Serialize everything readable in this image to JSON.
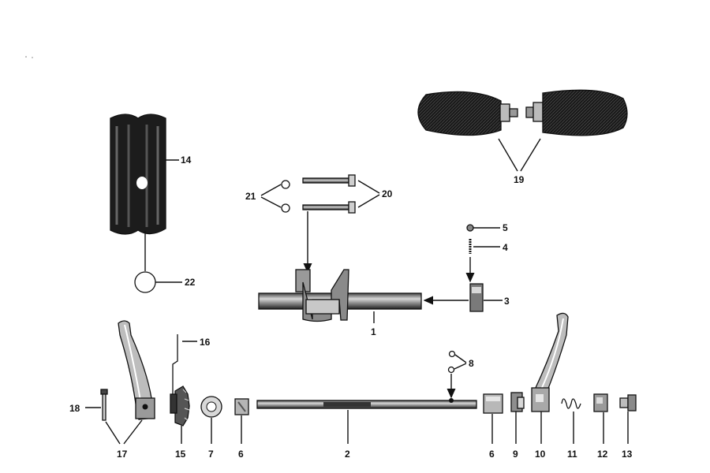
{
  "diagram": {
    "labels": {
      "l1": "1",
      "l2": "2",
      "l3": "3",
      "l4": "4",
      "l5": "5",
      "l6a": "6",
      "l6b": "6",
      "l7": "7",
      "l8": "8",
      "l9": "9",
      "l10": "10",
      "l11": "11",
      "l12": "12",
      "l13": "13",
      "l14": "14",
      "l15": "15",
      "l16": "16",
      "l17": "17",
      "l18": "18",
      "l19": "19",
      "l20": "20",
      "l21": "21",
      "l22": "22"
    }
  }
}
